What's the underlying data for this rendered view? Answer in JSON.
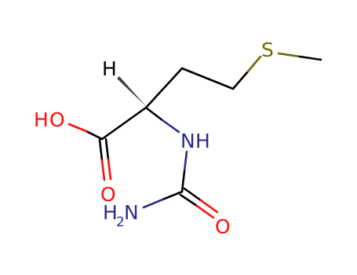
{
  "molecule": {
    "atoms": {
      "hydrogen": "H",
      "hydroxyl_o": "O",
      "hydroxyl_h": "H",
      "carbonyl_o": "O",
      "nh_n": "N",
      "nh_h": "H",
      "amine_h": "H",
      "amine_sub": "2",
      "amine_n": "N",
      "urea_o": "O",
      "sulfur": "S"
    },
    "colors": {
      "carbon": "#000000",
      "oxygen": "#ff0d0d",
      "nitrogen": "#2b2b8c",
      "sulfur": "#6b6b00",
      "hydrogen_wedge": "#404040"
    }
  }
}
